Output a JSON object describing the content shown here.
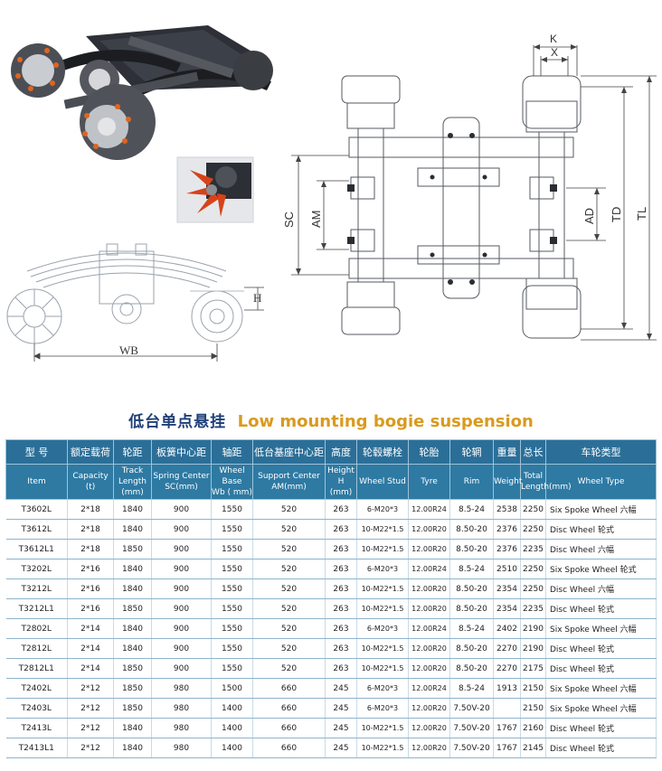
{
  "diagram": {
    "side_labels": {
      "h": "H",
      "wb": "WB"
    },
    "plan_labels": {
      "k": "K",
      "x": "X",
      "sc": "SC",
      "am": "AM",
      "ad": "AD",
      "td": "TD",
      "tl": "TL"
    }
  },
  "title": {
    "cn": "低台单点悬挂",
    "en": "Low mounting bogie suspension"
  },
  "table": {
    "header_cn": [
      "型 号",
      "额定载荷",
      "轮距",
      "板簧中心距",
      "轴距",
      "低台基座中心距",
      "高度",
      "轮毂螺栓",
      "轮胎",
      "轮辋",
      "重量",
      "总长",
      "车轮类型"
    ],
    "header_en": [
      [
        "Item"
      ],
      [
        "Capacity",
        "(t)"
      ],
      [
        "Track Length",
        "(mm)"
      ],
      [
        "Spring Center",
        "SC(mm)"
      ],
      [
        "Wheel Base",
        "Wb ( mm)"
      ],
      [
        "Support Center",
        "AM(mm)"
      ],
      [
        "Height",
        "H (mm)"
      ],
      [
        "Wheel Stud"
      ],
      [
        "Tyre"
      ],
      [
        "Rim"
      ],
      [
        "Weight"
      ],
      [
        "Total",
        "Length(mm)"
      ],
      [
        "Wheel Type"
      ]
    ],
    "rows": [
      [
        "T3602L",
        "2*18",
        "1840",
        "900",
        "1550",
        "520",
        "263",
        "6-M20*3",
        "12.00R24",
        "8.5-24",
        "2538",
        "2250",
        "Six Spoke Wheel 六幅"
      ],
      [
        "T3612L",
        "2*18",
        "1840",
        "900",
        "1550",
        "520",
        "263",
        "10-M22*1.5",
        "12.00R20",
        "8.50-20",
        "2376",
        "2250",
        "Disc Wheel 轮式"
      ],
      [
        "T3612L1",
        "2*18",
        "1850",
        "900",
        "1550",
        "520",
        "263",
        "10-M22*1.5",
        "12.00R20",
        "8.50-20",
        "2376",
        "2235",
        "Disc Wheel 六幅"
      ],
      [
        "T3202L",
        "2*16",
        "1840",
        "900",
        "1550",
        "520",
        "263",
        "6-M20*3",
        "12.00R24",
        "8.5-24",
        "2510",
        "2250",
        "Six Spoke Wheel 轮式"
      ],
      [
        "T3212L",
        "2*16",
        "1840",
        "900",
        "1550",
        "520",
        "263",
        "10-M22*1.5",
        "12.00R20",
        "8.50-20",
        "2354",
        "2250",
        "Disc Wheel 六幅"
      ],
      [
        "T3212L1",
        "2*16",
        "1850",
        "900",
        "1550",
        "520",
        "263",
        "10-M22*1.5",
        "12.00R20",
        "8.50-20",
        "2354",
        "2235",
        "Disc Wheel 轮式"
      ],
      [
        "T2802L",
        "2*14",
        "1840",
        "900",
        "1550",
        "520",
        "263",
        "6-M20*3",
        "12.00R24",
        "8.5-24",
        "2402",
        "2190",
        "Six Spoke Wheel 六幅"
      ],
      [
        "T2812L",
        "2*14",
        "1840",
        "900",
        "1550",
        "520",
        "263",
        "10-M22*1.5",
        "12.00R20",
        "8.50-20",
        "2270",
        "2190",
        "Disc Wheel 轮式"
      ],
      [
        "T2812L1",
        "2*14",
        "1850",
        "900",
        "1550",
        "520",
        "263",
        "10-M22*1.5",
        "12.00R20",
        "8.50-20",
        "2270",
        "2175",
        "Disc Wheel 轮式"
      ],
      [
        "T2402L",
        "2*12",
        "1850",
        "980",
        "1500",
        "660",
        "245",
        "6-M20*3",
        "12.00R24",
        "8.5-24",
        "1913",
        "2150",
        "Six Spoke Wheel 六幅"
      ],
      [
        "T2403L",
        "2*12",
        "1850",
        "980",
        "1400",
        "660",
        "245",
        "6-M20*3",
        "12.00R20",
        "7.50V-20",
        "",
        "2150",
        "Six Spoke Wheel 六幅"
      ],
      [
        "T2413L",
        "2*12",
        "1840",
        "980",
        "1400",
        "660",
        "245",
        "10-M22*1.5",
        "12.00R20",
        "7.50V-20",
        "1767",
        "2160",
        "Disc Wheel 轮式"
      ],
      [
        "T2413L1",
        "2*12",
        "1840",
        "980",
        "1400",
        "660",
        "245",
        "10-M22*1.5",
        "12.00R20",
        "7.50V-20",
        "1767",
        "2145",
        "Disc Wheel 轮式"
      ]
    ]
  }
}
